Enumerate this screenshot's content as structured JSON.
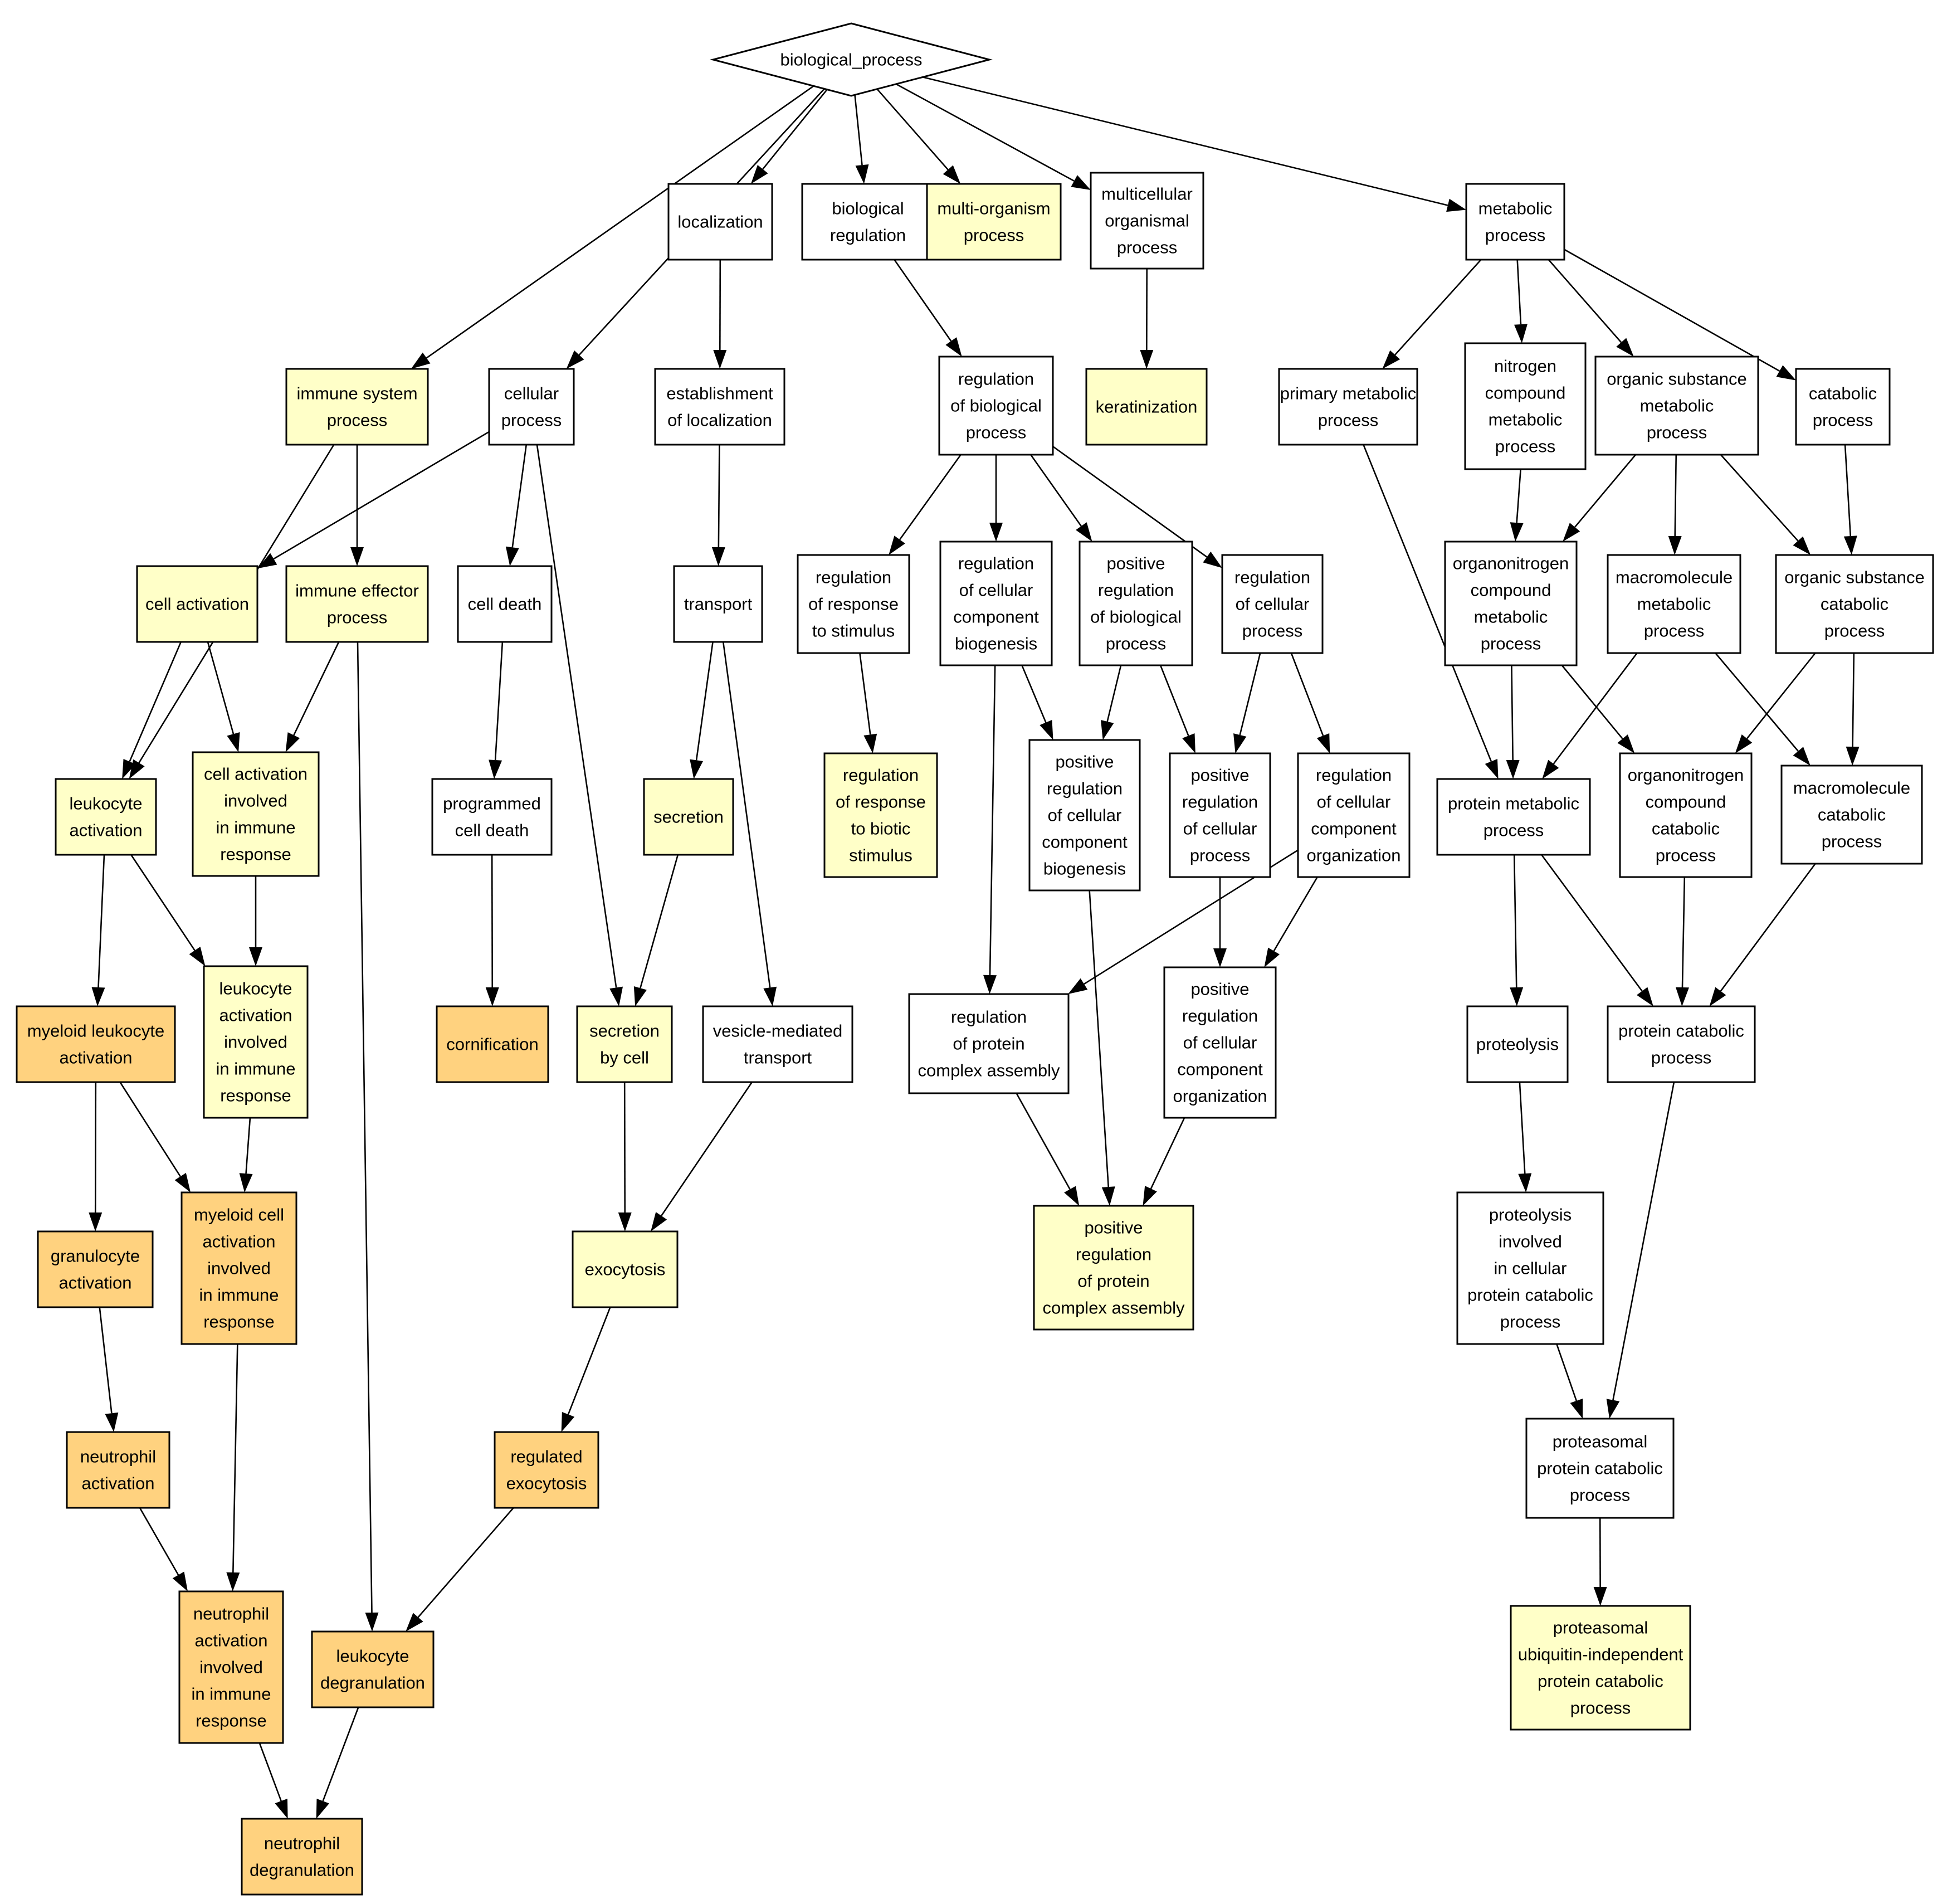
{
  "colors": {
    "white": "#ffffff",
    "light": "#ffffc8",
    "medium": "#ffd27f",
    "border": "#000000"
  },
  "nodes": [
    {
      "id": "bp",
      "shape": "diamond",
      "color": "white",
      "lines": [
        "biological_process"
      ]
    },
    {
      "id": "loc",
      "color": "white",
      "lines": [
        "localization"
      ]
    },
    {
      "id": "breg",
      "color": "white",
      "lines": [
        "biological",
        "regulation"
      ]
    },
    {
      "id": "multi",
      "color": "light",
      "lines": [
        "multi-organism",
        "process"
      ]
    },
    {
      "id": "mcell",
      "color": "white",
      "lines": [
        "multicellular",
        "organismal",
        "process"
      ]
    },
    {
      "id": "met",
      "color": "white",
      "lines": [
        "metabolic",
        "process"
      ]
    },
    {
      "id": "imm",
      "color": "light",
      "lines": [
        "immune system",
        "process"
      ]
    },
    {
      "id": "cell",
      "color": "white",
      "lines": [
        "cellular",
        "process"
      ]
    },
    {
      "id": "estloc",
      "color": "white",
      "lines": [
        "establishment",
        "of localization"
      ]
    },
    {
      "id": "regbio",
      "color": "white",
      "lines": [
        "regulation",
        "of biological",
        "process"
      ]
    },
    {
      "id": "kera",
      "color": "light",
      "lines": [
        "keratinization"
      ]
    },
    {
      "id": "prim",
      "color": "white",
      "lines": [
        "primary metabolic",
        "process"
      ]
    },
    {
      "id": "nitro",
      "color": "white",
      "lines": [
        "nitrogen",
        "compound",
        "metabolic",
        "process"
      ]
    },
    {
      "id": "orgsub",
      "color": "white",
      "lines": [
        "organic substance",
        "metabolic",
        "process"
      ]
    },
    {
      "id": "catab",
      "color": "white",
      "lines": [
        "catabolic",
        "process"
      ]
    },
    {
      "id": "cact",
      "color": "light",
      "lines": [
        "cell activation"
      ]
    },
    {
      "id": "ieff",
      "color": "light",
      "lines": [
        "immune effector",
        "process"
      ]
    },
    {
      "id": "cdeath",
      "color": "white",
      "lines": [
        "cell death"
      ]
    },
    {
      "id": "transp",
      "color": "white",
      "lines": [
        "transport"
      ]
    },
    {
      "id": "regstim",
      "color": "white",
      "lines": [
        "regulation",
        "of response",
        "to stimulus"
      ]
    },
    {
      "id": "regccb",
      "color": "white",
      "lines": [
        "regulation",
        "of cellular",
        "component",
        "biogenesis"
      ]
    },
    {
      "id": "posregbio",
      "color": "white",
      "lines": [
        "positive",
        "regulation",
        "of biological",
        "process"
      ]
    },
    {
      "id": "regcp",
      "color": "white",
      "lines": [
        "regulation",
        "of cellular",
        "process"
      ]
    },
    {
      "id": "orgnit",
      "color": "white",
      "lines": [
        "organonitrogen",
        "compound",
        "metabolic",
        "process"
      ]
    },
    {
      "id": "macro",
      "color": "white",
      "lines": [
        "macromolecule",
        "metabolic",
        "process"
      ]
    },
    {
      "id": "orgsubcat",
      "color": "white",
      "lines": [
        "organic substance",
        "catabolic",
        "process"
      ]
    },
    {
      "id": "leuact",
      "color": "light",
      "lines": [
        "leukocyte",
        "activation"
      ]
    },
    {
      "id": "cactimm",
      "color": "light",
      "lines": [
        "cell activation",
        "involved",
        "in immune",
        "response"
      ]
    },
    {
      "id": "progdeath",
      "color": "white",
      "lines": [
        "programmed",
        "cell death"
      ]
    },
    {
      "id": "secr",
      "color": "light",
      "lines": [
        "secretion"
      ]
    },
    {
      "id": "regbiotic",
      "color": "light",
      "lines": [
        "regulation",
        "of response",
        "to biotic",
        "stimulus"
      ]
    },
    {
      "id": "posregccb",
      "color": "white",
      "lines": [
        "positive",
        "regulation",
        "of cellular",
        "component",
        "biogenesis"
      ]
    },
    {
      "id": "posregcp",
      "color": "white",
      "lines": [
        "positive",
        "regulation",
        "of cellular",
        "process"
      ]
    },
    {
      "id": "regcco",
      "color": "white",
      "lines": [
        "regulation",
        "of cellular",
        "component",
        "organization"
      ]
    },
    {
      "id": "protmet",
      "color": "white",
      "lines": [
        "protein metabolic",
        "process"
      ]
    },
    {
      "id": "orgnitcat",
      "color": "white",
      "lines": [
        "organonitrogen",
        "compound",
        "catabolic",
        "process"
      ]
    },
    {
      "id": "macrocat",
      "color": "white",
      "lines": [
        "macromolecule",
        "catabolic",
        "process"
      ]
    },
    {
      "id": "myeloid",
      "color": "medium",
      "lines": [
        "myeloid leukocyte",
        "activation"
      ]
    },
    {
      "id": "leuactimm",
      "color": "light",
      "lines": [
        "leukocyte",
        "activation",
        "involved",
        "in immune",
        "response"
      ]
    },
    {
      "id": "cornif",
      "color": "medium",
      "lines": [
        "cornification"
      ]
    },
    {
      "id": "secrcell",
      "color": "light",
      "lines": [
        "secretion",
        "by cell"
      ]
    },
    {
      "id": "vesicle",
      "color": "white",
      "lines": [
        "vesicle-mediated",
        "transport"
      ]
    },
    {
      "id": "regpca",
      "color": "white",
      "lines": [
        "regulation",
        "of protein",
        "complex assembly"
      ]
    },
    {
      "id": "posregcco",
      "color": "white",
      "lines": [
        "positive",
        "regulation",
        "of cellular",
        "component",
        "organization"
      ]
    },
    {
      "id": "proteol",
      "color": "white",
      "lines": [
        "proteolysis"
      ]
    },
    {
      "id": "protcat",
      "color": "white",
      "lines": [
        "protein catabolic",
        "process"
      ]
    },
    {
      "id": "granulo",
      "color": "medium",
      "lines": [
        "granulocyte",
        "activation"
      ]
    },
    {
      "id": "myeloidimm",
      "color": "medium",
      "lines": [
        "myeloid cell",
        "activation",
        "involved",
        "in immune",
        "response"
      ]
    },
    {
      "id": "exo",
      "color": "light",
      "lines": [
        "exocytosis"
      ]
    },
    {
      "id": "posregpca",
      "color": "light",
      "lines": [
        "positive",
        "regulation",
        "of protein",
        "complex assembly"
      ]
    },
    {
      "id": "proteolcell",
      "color": "white",
      "lines": [
        "proteolysis",
        "involved",
        "in cellular",
        "protein catabolic",
        "process"
      ]
    },
    {
      "id": "neutact",
      "color": "medium",
      "lines": [
        "neutrophil",
        "activation"
      ]
    },
    {
      "id": "regexo",
      "color": "medium",
      "lines": [
        "regulated",
        "exocytosis"
      ]
    },
    {
      "id": "proteas",
      "color": "white",
      "lines": [
        "proteasomal",
        "protein catabolic",
        "process"
      ]
    },
    {
      "id": "neutactimm",
      "color": "medium",
      "lines": [
        "neutrophil",
        "activation",
        "involved",
        "in immune",
        "response"
      ]
    },
    {
      "id": "leudegr",
      "color": "medium",
      "lines": [
        "leukocyte",
        "degranulation"
      ]
    },
    {
      "id": "proteasui",
      "color": "light",
      "lines": [
        "proteasomal",
        "ubiquitin-independent",
        "protein catabolic",
        "process"
      ]
    },
    {
      "id": "neutdegr",
      "color": "medium",
      "lines": [
        "neutrophil",
        "degranulation"
      ]
    }
  ],
  "edges": [
    [
      "bp",
      "imm"
    ],
    [
      "bp",
      "cell"
    ],
    [
      "bp",
      "loc"
    ],
    [
      "bp",
      "breg"
    ],
    [
      "bp",
      "multi"
    ],
    [
      "bp",
      "mcell"
    ],
    [
      "bp",
      "met"
    ],
    [
      "loc",
      "estloc"
    ],
    [
      "breg",
      "regbio"
    ],
    [
      "mcell",
      "kera"
    ],
    [
      "met",
      "prim"
    ],
    [
      "met",
      "nitro"
    ],
    [
      "met",
      "orgsub"
    ],
    [
      "met",
      "catab"
    ],
    [
      "imm",
      "leuact"
    ],
    [
      "imm",
      "ieff"
    ],
    [
      "cell",
      "cact"
    ],
    [
      "cell",
      "cdeath"
    ],
    [
      "cell",
      "secrcell"
    ],
    [
      "estloc",
      "transp"
    ],
    [
      "regbio",
      "regstim"
    ],
    [
      "regbio",
      "regccb"
    ],
    [
      "regbio",
      "posregbio"
    ],
    [
      "regbio",
      "regcp"
    ],
    [
      "prim",
      "protmet"
    ],
    [
      "nitro",
      "orgnit"
    ],
    [
      "orgsub",
      "orgnit"
    ],
    [
      "orgsub",
      "macro"
    ],
    [
      "orgsub",
      "orgsubcat"
    ],
    [
      "catab",
      "orgsubcat"
    ],
    [
      "cact",
      "leuact"
    ],
    [
      "cact",
      "cactimm"
    ],
    [
      "ieff",
      "cactimm"
    ],
    [
      "ieff",
      "leudegr"
    ],
    [
      "cdeath",
      "progdeath"
    ],
    [
      "transp",
      "secr"
    ],
    [
      "transp",
      "vesicle"
    ],
    [
      "regstim",
      "regbiotic"
    ],
    [
      "regccb",
      "posregccb"
    ],
    [
      "regccb",
      "regpca"
    ],
    [
      "posregbio",
      "posregccb"
    ],
    [
      "posregbio",
      "posregcp"
    ],
    [
      "regcp",
      "posregcp"
    ],
    [
      "regcp",
      "regcco"
    ],
    [
      "orgnit",
      "protmet"
    ],
    [
      "orgnit",
      "orgnitcat"
    ],
    [
      "macro",
      "protmet"
    ],
    [
      "macro",
      "macrocat"
    ],
    [
      "orgsubcat",
      "orgnitcat"
    ],
    [
      "orgsubcat",
      "macrocat"
    ],
    [
      "leuact",
      "myeloid"
    ],
    [
      "leuact",
      "leuactimm"
    ],
    [
      "cactimm",
      "leuactimm"
    ],
    [
      "progdeath",
      "cornif"
    ],
    [
      "secr",
      "secrcell"
    ],
    [
      "posregccb",
      "posregpca"
    ],
    [
      "posregcp",
      "posregcco"
    ],
    [
      "regcco",
      "regpca"
    ],
    [
      "regcco",
      "posregcco"
    ],
    [
      "protmet",
      "proteol"
    ],
    [
      "protmet",
      "protcat"
    ],
    [
      "orgnitcat",
      "protcat"
    ],
    [
      "macrocat",
      "protcat"
    ],
    [
      "myeloid",
      "granulo"
    ],
    [
      "myeloid",
      "myeloidimm"
    ],
    [
      "leuactimm",
      "myeloidimm"
    ],
    [
      "secrcell",
      "exo"
    ],
    [
      "vesicle",
      "exo"
    ],
    [
      "regpca",
      "posregpca"
    ],
    [
      "posregcco",
      "posregpca"
    ],
    [
      "proteol",
      "proteolcell"
    ],
    [
      "granulo",
      "neutact"
    ],
    [
      "myeloidimm",
      "neutactimm"
    ],
    [
      "exo",
      "regexo"
    ],
    [
      "proteolcell",
      "proteas"
    ],
    [
      "protcat",
      "proteas"
    ],
    [
      "neutact",
      "neutactimm"
    ],
    [
      "regexo",
      "leudegr"
    ],
    [
      "proteas",
      "proteasui"
    ],
    [
      "neutactimm",
      "neutdegr"
    ],
    [
      "leudegr",
      "neutdegr"
    ]
  ]
}
